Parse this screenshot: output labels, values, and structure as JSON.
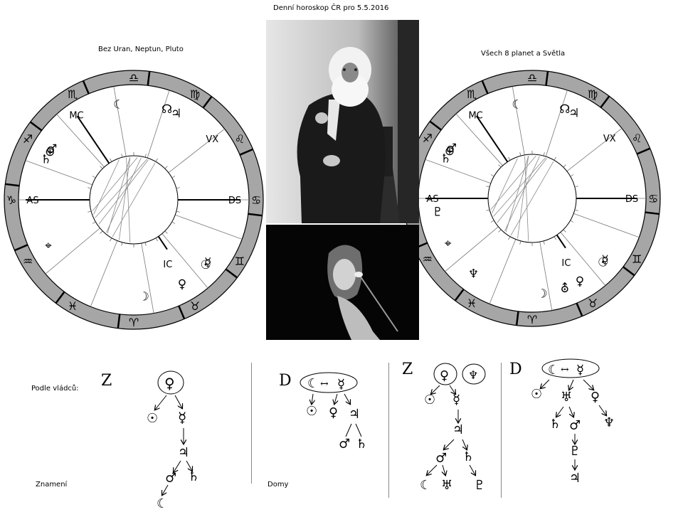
{
  "title": "Denní horoskop ČR pro 5.5.2016",
  "left_chart": {
    "caption": "Bez Uran, Neptun, Pluto",
    "zodiac": [
      {
        "glyph": "♎",
        "angle": 90
      },
      {
        "glyph": "♍",
        "angle": 60
      },
      {
        "glyph": "♌",
        "angle": 30
      },
      {
        "glyph": "♋",
        "angle": 0
      },
      {
        "glyph": "♊",
        "angle": -30
      },
      {
        "glyph": "♉",
        "angle": -60
      },
      {
        "glyph": "♈",
        "angle": -90
      },
      {
        "glyph": "♓",
        "angle": -120
      },
      {
        "glyph": "♒",
        "angle": -150
      },
      {
        "glyph": "♑",
        "angle": 180
      },
      {
        "glyph": "♐",
        "angle": 150
      },
      {
        "glyph": "♏",
        "angle": 120
      }
    ],
    "angles": {
      "as": "AS",
      "ds": "DS",
      "mc": "MC",
      "ic": "IC",
      "vx": "VX"
    },
    "planets": [
      {
        "name": "moon",
        "glyph": "☾",
        "angle": 99
      },
      {
        "name": "jupiter",
        "glyph": "♃",
        "angle": 64
      },
      {
        "name": "south-node",
        "glyph": "☊",
        "angle": 70
      },
      {
        "name": "mars",
        "glyph": "♂",
        "angle": 148
      },
      {
        "name": "saturn",
        "glyph": "♄",
        "angle": 155
      },
      {
        "name": "earth",
        "glyph": "⊕",
        "angle": 150
      },
      {
        "name": "fortune",
        "glyph": "⌖",
        "angle": 208
      },
      {
        "name": "sun",
        "glyph": "☉",
        "angle": -42
      },
      {
        "name": "venus",
        "glyph": "♀",
        "angle": -60
      },
      {
        "name": "mercury",
        "glyph": "☿",
        "angle": -40
      },
      {
        "name": "moon-ic",
        "glyph": "☽",
        "angle": -84
      }
    ]
  },
  "right_chart": {
    "caption": "Všech 8 planet a Světla",
    "zodiac": [
      {
        "glyph": "♎",
        "angle": 90
      },
      {
        "glyph": "♍",
        "angle": 60
      },
      {
        "glyph": "♌",
        "angle": 30
      },
      {
        "glyph": "♋",
        "angle": 0
      },
      {
        "glyph": "♊",
        "angle": -30
      },
      {
        "glyph": "♉",
        "angle": -60
      },
      {
        "glyph": "♈",
        "angle": -90
      },
      {
        "glyph": "♓",
        "angle": -120
      },
      {
        "glyph": "♒",
        "angle": -150
      },
      {
        "glyph": "♑",
        "angle": 180
      },
      {
        "glyph": "♐",
        "angle": 150
      },
      {
        "glyph": "♏",
        "angle": 120
      }
    ],
    "angles": {
      "as": "AS",
      "ds": "DS",
      "mc": "MC",
      "ic": "IC",
      "vx": "VX"
    },
    "planets": [
      {
        "name": "moon",
        "glyph": "☾",
        "angle": 99
      },
      {
        "name": "jupiter",
        "glyph": "♃",
        "angle": 64
      },
      {
        "name": "south-node",
        "glyph": "☊",
        "angle": 70
      },
      {
        "name": "mars",
        "glyph": "♂",
        "angle": 148
      },
      {
        "name": "saturn",
        "glyph": "♄",
        "angle": 155
      },
      {
        "name": "earth",
        "glyph": "⊕",
        "angle": 150
      },
      {
        "name": "pluto",
        "glyph": "♇",
        "angle": 188
      },
      {
        "name": "fortune",
        "glyph": "⌖",
        "angle": 208
      },
      {
        "name": "neptune",
        "glyph": "♆",
        "angle": -128
      },
      {
        "name": "sun",
        "glyph": "☉",
        "angle": -42
      },
      {
        "name": "venus",
        "glyph": "♀",
        "angle": -60
      },
      {
        "name": "mercury",
        "glyph": "☿",
        "angle": -40
      },
      {
        "name": "uranus",
        "glyph": "⛢",
        "angle": -70
      },
      {
        "name": "moon-ic",
        "glyph": "☽",
        "angle": -84
      }
    ]
  },
  "bottom": {
    "podle_vladcu": "Podle vládců:",
    "znameni": "Znamení",
    "domy": "Domy",
    "letter_z": "Z",
    "letter_d": "D",
    "glyphs": {
      "venus": "♀",
      "sun": "☉",
      "mercury": "☿",
      "jupiter": "♃",
      "mars": "♂",
      "saturn": "♄",
      "moon": "☾",
      "pluto": "♇",
      "neptune": "♆",
      "uranus": "♅",
      "arrows": "↔"
    }
  }
}
